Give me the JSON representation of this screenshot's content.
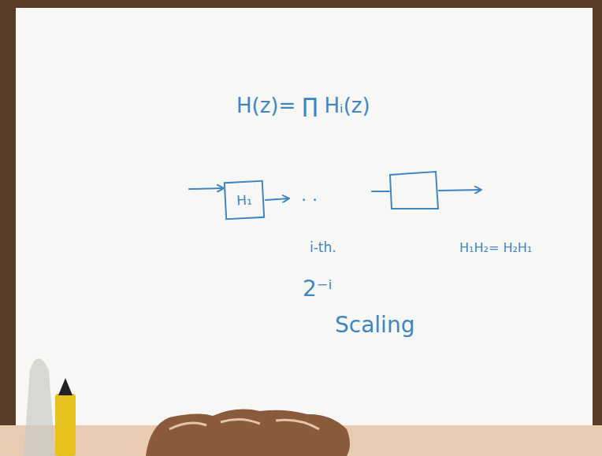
{
  "diagram": {
    "nodes": [
      {
        "text": [
          "H₁"
        ]
      }
    ],
    "labels": [
      "H(z)= ∏ Hᵢ(z)",
      ". .",
      "i-th.",
      "H₁H₂= H₂H₁",
      "2⁻ⁱ",
      "Scaling"
    ]
  }
}
